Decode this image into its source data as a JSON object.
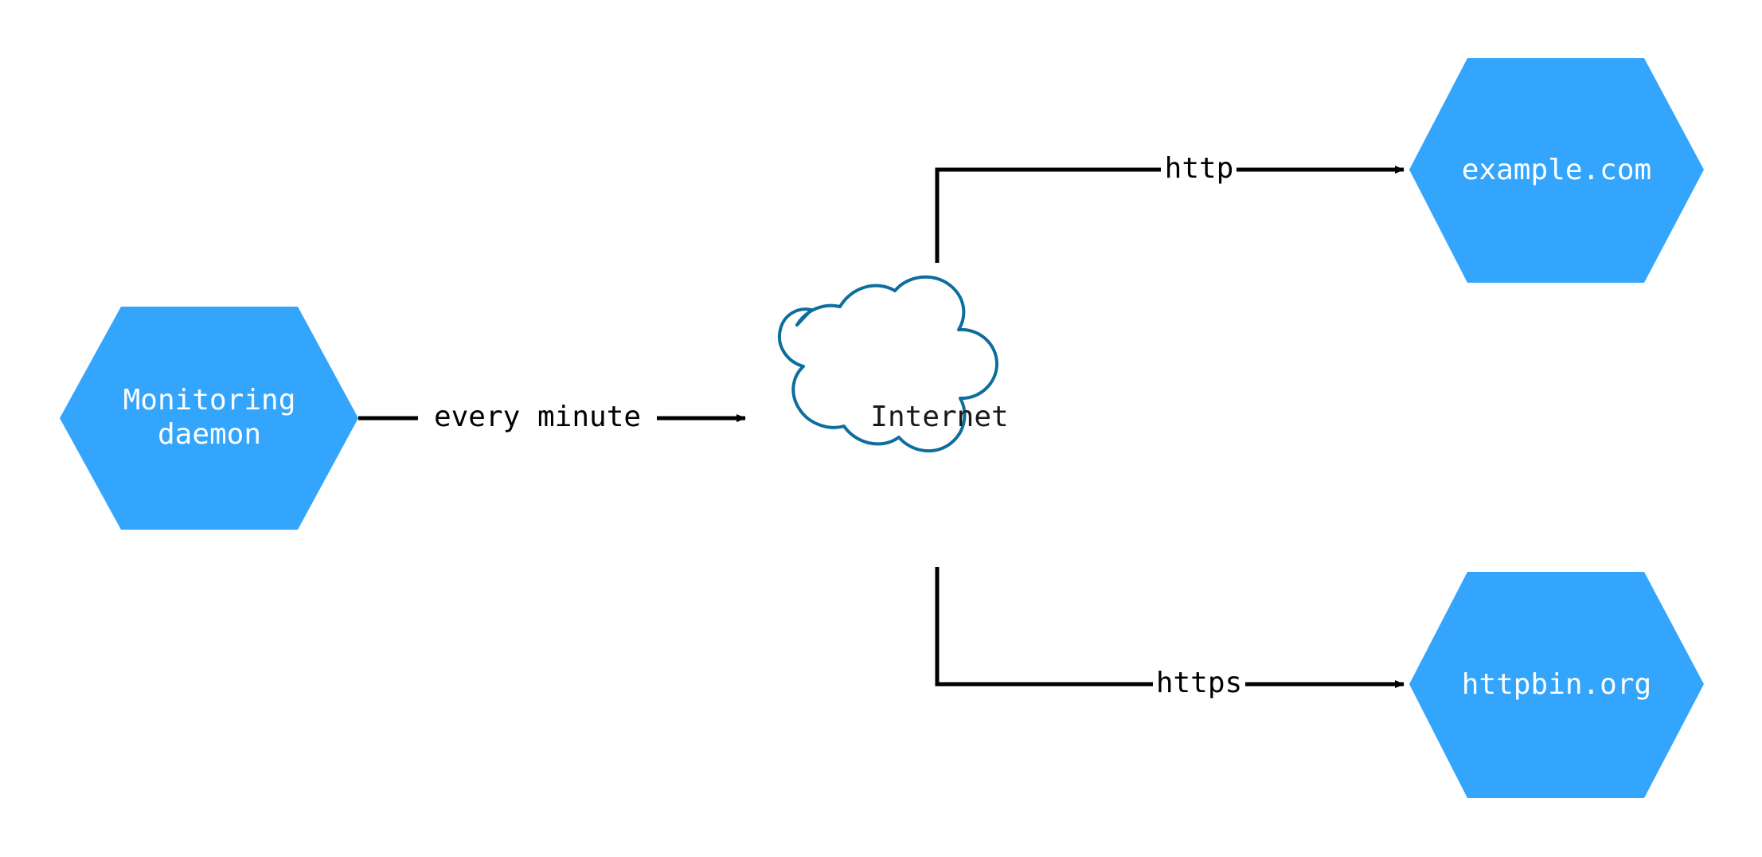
{
  "diagram": {
    "type": "network-flow-diagram",
    "background_color": "#ffffff",
    "palette": {
      "node_fill": "#33a5fd",
      "node_text": "#ffffff",
      "cloud_stroke": "#0d6e9e",
      "cloud_fill": "#ffffff",
      "cloud_text": "#1a1a1a",
      "edge_stroke": "#000000",
      "edge_text": "#000000"
    },
    "nodes": [
      {
        "id": "monitoring-daemon",
        "shape": "hexagon",
        "label_line1": "Monitoring",
        "label_line2": "daemon",
        "fill": "#33a5fd",
        "text_color": "#ffffff"
      },
      {
        "id": "internet",
        "shape": "cloud",
        "label": "Internet",
        "fill": "#ffffff",
        "stroke": "#0d6e9e",
        "text_color": "#1a1a1a"
      },
      {
        "id": "example-com",
        "shape": "hexagon",
        "label": "example.com",
        "fill": "#33a5fd",
        "text_color": "#ffffff"
      },
      {
        "id": "httpbin-org",
        "shape": "hexagon",
        "label": "httpbin.org",
        "fill": "#33a5fd",
        "text_color": "#ffffff"
      }
    ],
    "edges": [
      {
        "id": "daemon-to-internet",
        "from": "monitoring-daemon",
        "to": "internet",
        "label": "every minute",
        "arrowhead": true
      },
      {
        "id": "internet-to-example",
        "from": "internet",
        "to": "example-com",
        "label": "http",
        "arrowhead": true
      },
      {
        "id": "internet-to-httpbin",
        "from": "internet",
        "to": "httpbin-org",
        "label": "https",
        "arrowhead": true
      }
    ]
  }
}
